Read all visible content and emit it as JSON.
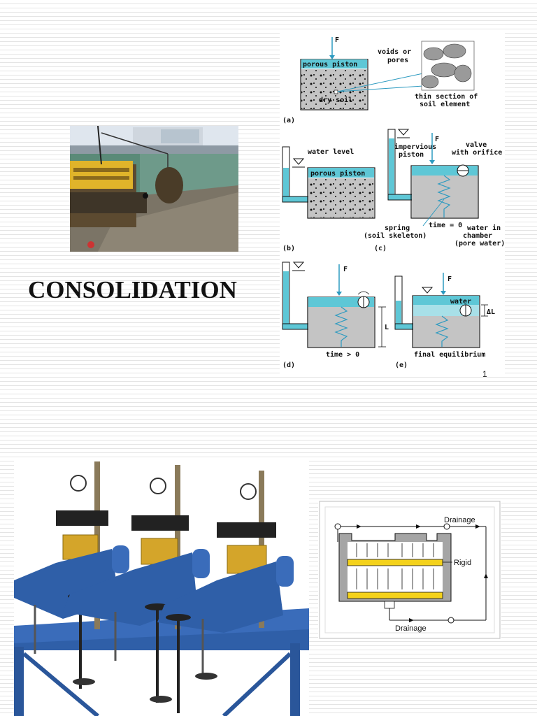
{
  "slide": {
    "title": "CONSOLIDATION",
    "page_number": "1"
  },
  "diagram_main": {
    "a": {
      "force": "F",
      "piston": "porous piston",
      "soil": "dry soil",
      "voids": "voids or",
      "voids2": "pores",
      "thin1": "thin section of",
      "thin2": "soil element",
      "tag": "(a)"
    },
    "b": {
      "water_level": "water level",
      "piston": "porous piston",
      "tag": "(b)"
    },
    "c": {
      "force": "F",
      "imp1": "impervious",
      "imp2": "piston",
      "valve1": "valve",
      "valve2": "with orifice",
      "time": "time = 0",
      "spring1": "spring",
      "spring2": "(soil skeleton)",
      "water1": "water in",
      "water2": "chamber",
      "water3": "(pore water)",
      "tag": "(c)"
    },
    "d": {
      "force": "F",
      "length": "L",
      "time": "time > 0",
      "tag": "(d)"
    },
    "e": {
      "force": "F",
      "water": "water",
      "delta": "ΔL",
      "final": "final equilibrium",
      "tag": "(e)"
    }
  },
  "drain_diagram": {
    "top": "Drainage",
    "rigid": "Rigid",
    "bottom": "Drainage"
  },
  "colors": {
    "water": "#5ec7d6",
    "soil": "#c4c4c4",
    "spring": "#2c9ac0",
    "apparatus_blue": "#2f5fa8",
    "brass": "#d4a52a",
    "rigid_yellow": "#f4d21b"
  }
}
